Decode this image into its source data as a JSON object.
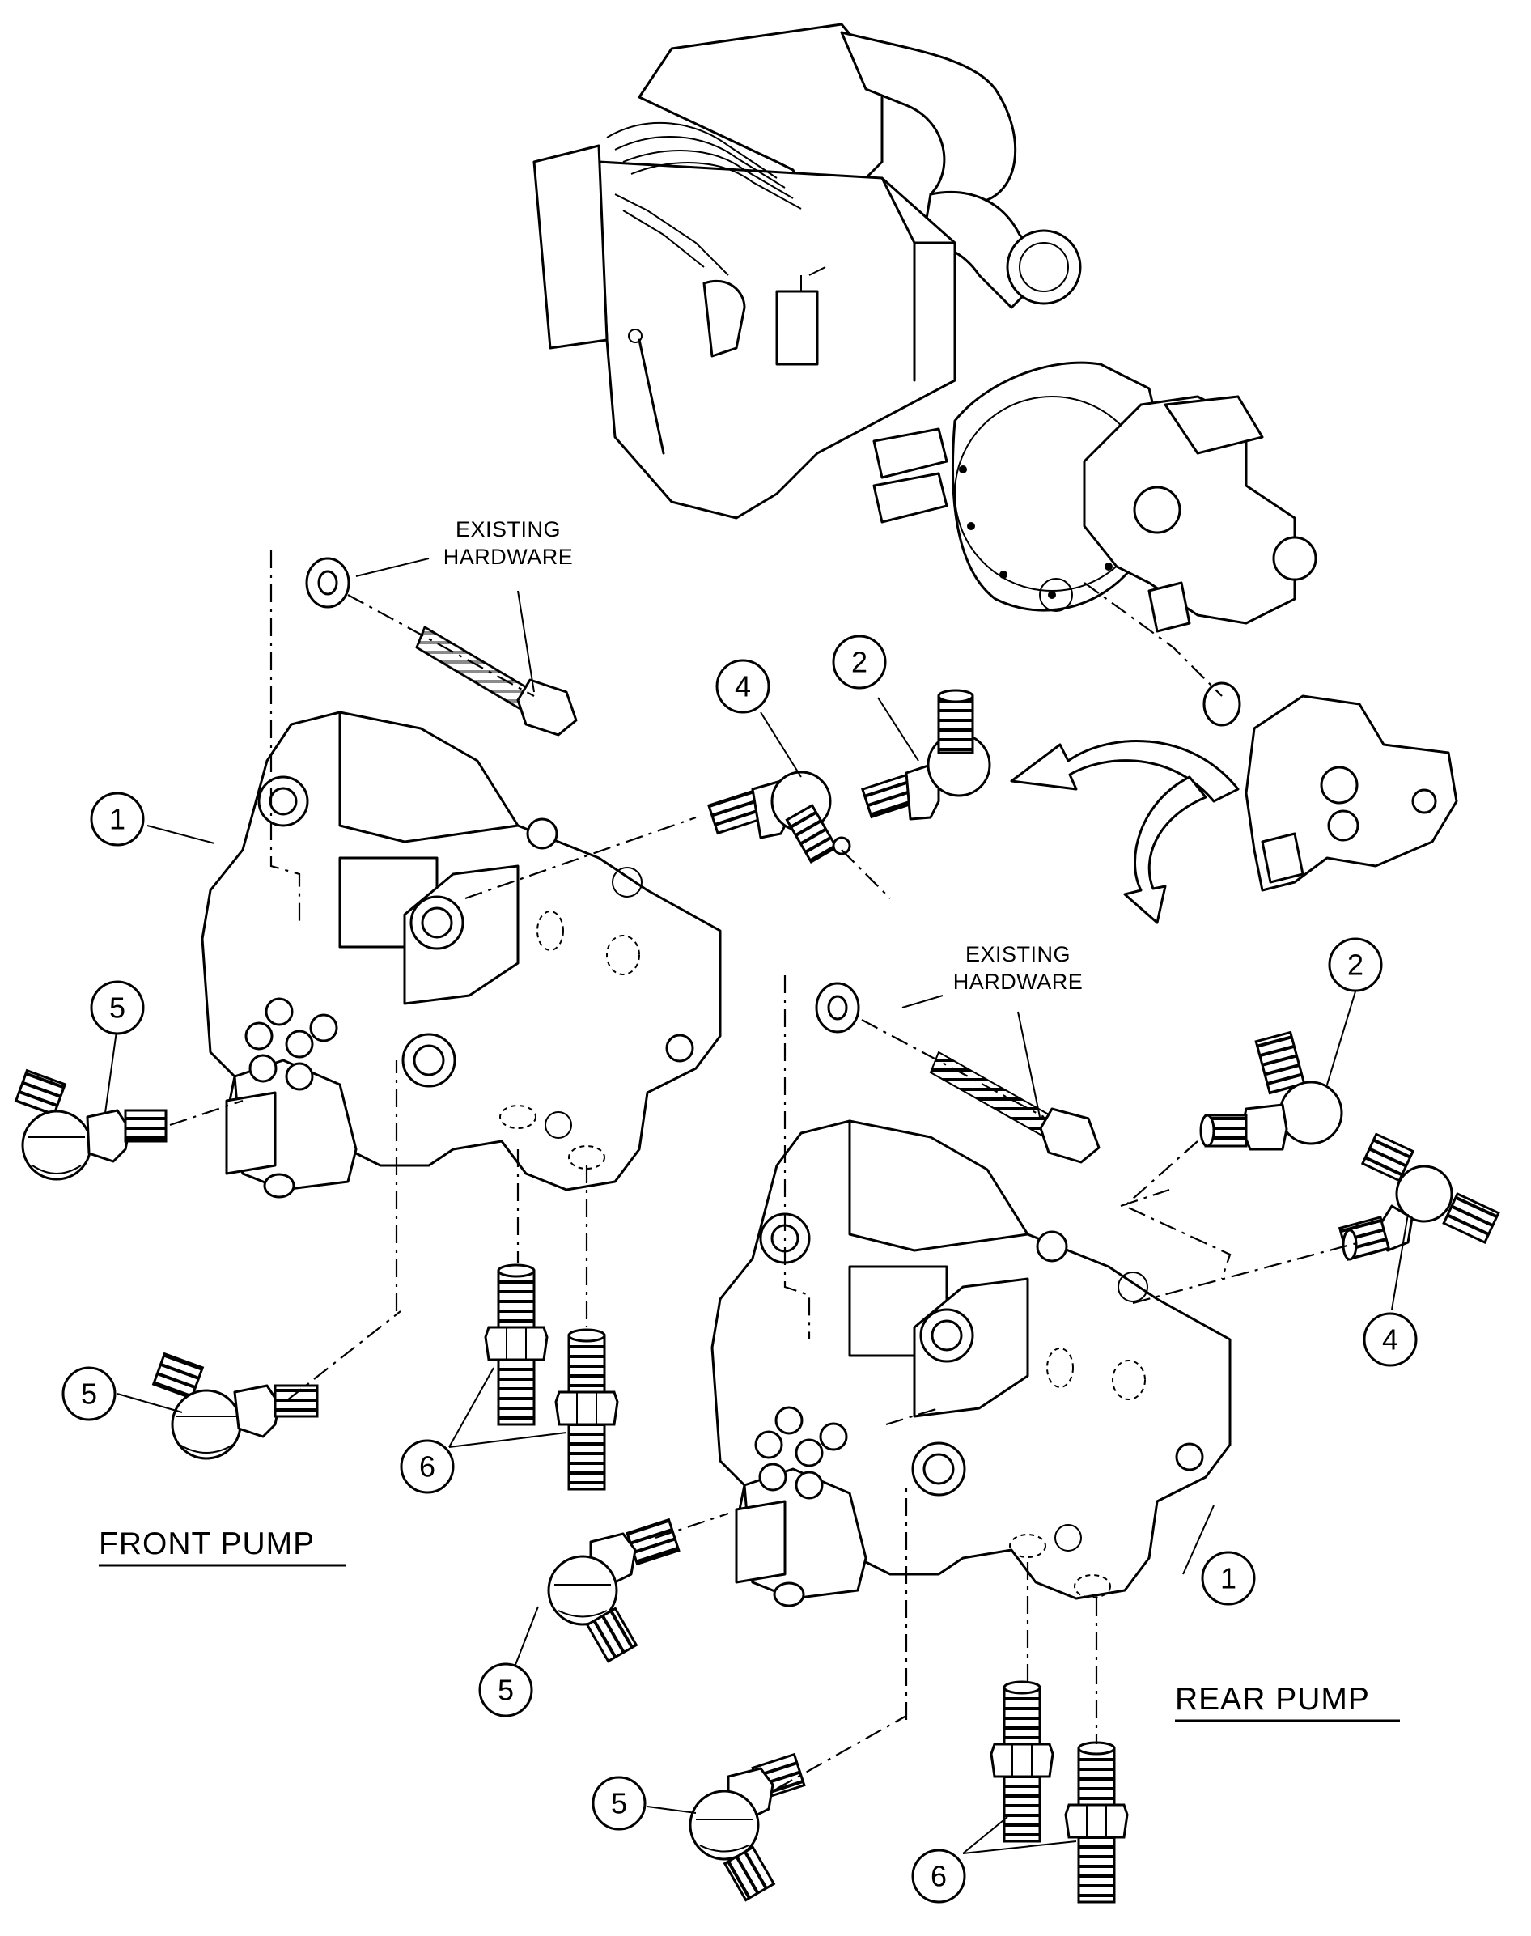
{
  "labels": {
    "existing_hardware_top": [
      "EXISTING",
      "HARDWARE"
    ],
    "existing_hardware_right": [
      "EXISTING",
      "HARDWARE"
    ],
    "front_pump": "FRONT PUMP",
    "rear_pump": "REAR PUMP"
  },
  "callouts": [
    "1",
    "2",
    "4",
    "5",
    "5",
    "6",
    "2",
    "4",
    "1",
    "5",
    "5",
    "6"
  ]
}
